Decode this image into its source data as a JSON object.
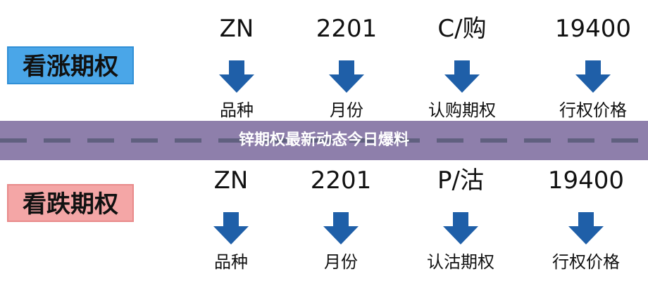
{
  "colors": {
    "call_badge_bg": "#4aa6e8",
    "call_badge_border": "#2f8fd6",
    "put_badge_bg": "#f4a6a6",
    "put_badge_border": "#e88a8a",
    "arrow_blue": "#1f5fa8",
    "banner_bg": "#8a7aa8",
    "dash_color": "#5a5a7a",
    "text": "#111111"
  },
  "call_row": {
    "badge_label": "看涨期权",
    "columns": [
      {
        "value": "ZN",
        "label": "品种",
        "arrow_icon": "down-arrow-icon"
      },
      {
        "value": "2201",
        "label": "月份",
        "arrow_icon": "down-arrow-icon"
      },
      {
        "value": "C/购",
        "label": "认购期权",
        "arrow_icon": "down-arrow-icon"
      },
      {
        "value": "19400",
        "label": "行权价格",
        "arrow_icon": "down-arrow-icon"
      }
    ]
  },
  "put_row": {
    "badge_label": "看跌期权",
    "columns": [
      {
        "value": "ZN",
        "label": "品种",
        "arrow_icon": "down-arrow-icon"
      },
      {
        "value": "2201",
        "label": "月份",
        "arrow_icon": "down-arrow-icon"
      },
      {
        "value": "P/沽",
        "label": "认沽期权",
        "arrow_icon": "down-arrow-icon"
      },
      {
        "value": "19400",
        "label": "行权价格",
        "arrow_icon": "down-arrow-icon"
      }
    ]
  },
  "banner": {
    "title": "锌期权最新动态今日爆料"
  }
}
